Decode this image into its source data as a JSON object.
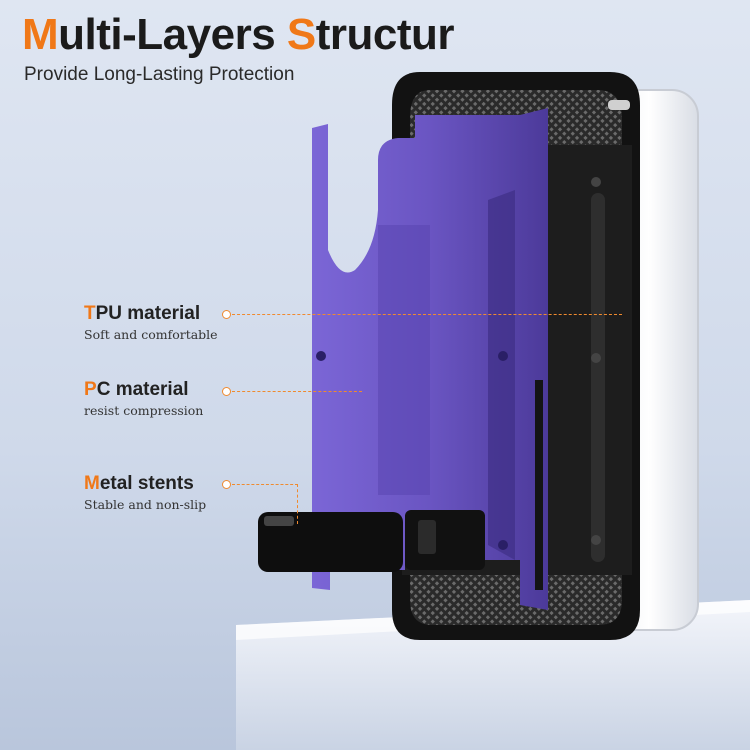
{
  "header": {
    "title_parts": {
      "M": "M",
      "ulti": "ulti-Layers ",
      "S": "S",
      "tructur": "tructur"
    },
    "subtitle": "Provide Long-Lasting Protection"
  },
  "features": [
    {
      "initial": "T",
      "rest": "PU material",
      "desc": "Soft and comfortable"
    },
    {
      "initial": "P",
      "rest": "C material",
      "desc": "resist compression"
    },
    {
      "initial": "M",
      "rest": "etal stents",
      "desc": "Stable and non-slip"
    }
  ],
  "colors": {
    "accent": "#f07818",
    "purple": "#6d58c4",
    "black_case": "#141414",
    "background": "#d6dfee"
  }
}
